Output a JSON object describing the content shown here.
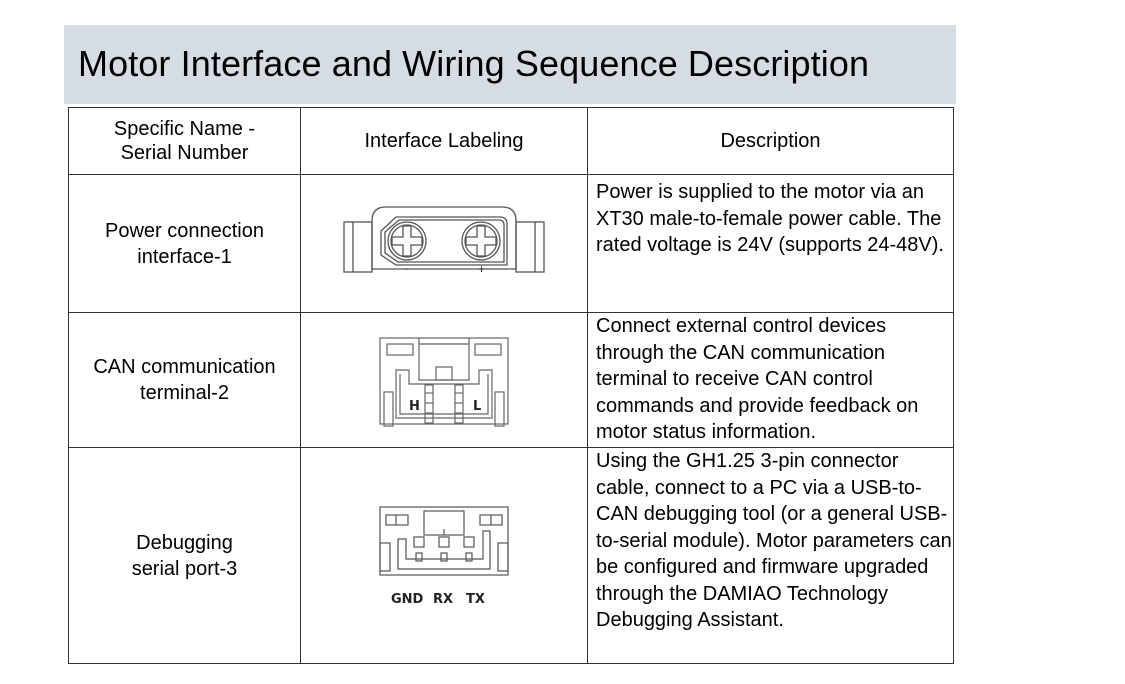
{
  "title": "Motor Interface and Wiring Sequence Description",
  "table": {
    "headers": [
      "Specific Name - Serial Number",
      "Interface Labeling",
      "Description"
    ],
    "rows": [
      {
        "name_line1": "Power connection",
        "name_line2": "interface-1",
        "image_labels": {
          "minus": "-",
          "plus": "+"
        },
        "description": "Power is supplied to the motor via an XT30 male-to-female power cable. The rated voltage is 24V (supports 24-48V)."
      },
      {
        "name_line1": "CAN communication",
        "name_line2": "terminal-2",
        "image_labels": {
          "high": "H",
          "low": "L"
        },
        "description": "Connect external control devices through the CAN communication terminal to receive CAN control commands and provide feedback on motor status information."
      },
      {
        "name_line1": "Debugging",
        "name_line2": "serial port-3",
        "image_labels": {
          "gnd": "GND",
          "rx": "RX",
          "tx": "TX"
        },
        "description": "Using the GH1.25 3-pin connector cable, connect to a PC via a USB-to-CAN debugging tool (or a general USB-to-serial module). Motor parameters can be configured and firmware upgraded through the DAMIAO Technology Debugging Assistant."
      }
    ]
  }
}
